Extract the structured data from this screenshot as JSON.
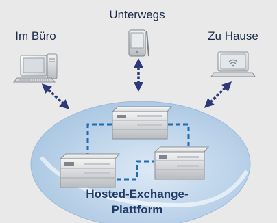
{
  "labels": {
    "office": "Im Büro",
    "mobile": "Unterwegs",
    "home": "Zu Hause"
  },
  "platform": {
    "line1": "Hosted-Exchange-",
    "line2": "Plattform"
  },
  "colors": {
    "background": "#e9e9e9",
    "cloud": "#c9dcef",
    "arrow": "#2e3a78",
    "dashed_link": "#1f6cb0",
    "text": "#1d2a4a",
    "platform_text": "#1f3a66"
  },
  "icons": [
    "desktop-computer-icon",
    "pda-device-icon",
    "laptop-wifi-icon",
    "server-rack-icon"
  ]
}
